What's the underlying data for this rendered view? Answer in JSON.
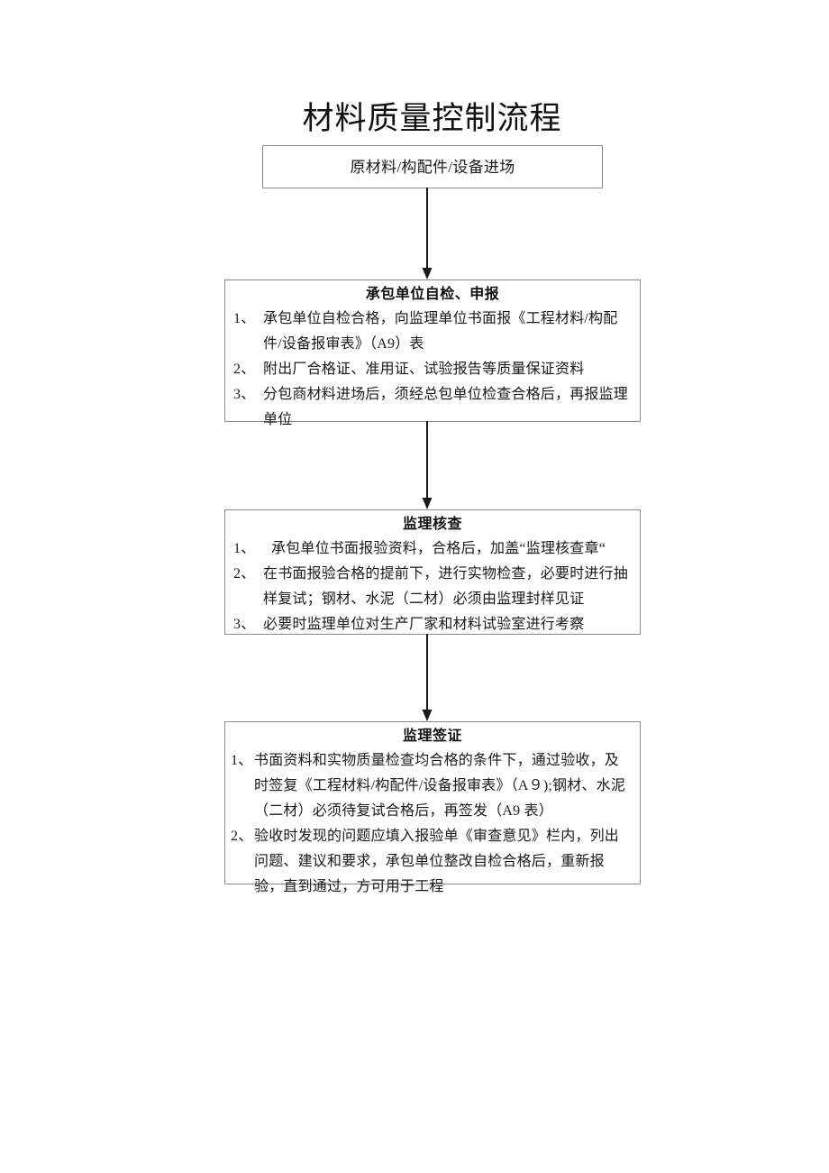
{
  "document": {
    "title": "材料质量控制流程",
    "background_color": "#ffffff",
    "text_color": "#1a1a1a",
    "border_color": "#8a8a8a"
  },
  "flowchart": {
    "type": "vertical-process-flow",
    "orientation": "top-to-bottom",
    "node_count": 4,
    "connector_count": 3,
    "entry": {
      "label": "原材料/构配件/设备进场"
    },
    "steps": [
      {
        "header": "承包单位自检、申报",
        "items": [
          {
            "num": "1、",
            "text": "承包单位自检合格，向监理单位书面报《工程材料/构配件/设备报审表》（A9）表"
          },
          {
            "num": "2、",
            "text": "附出厂合格证、准用证、试验报告等质量保证资料"
          },
          {
            "num": "3、",
            "text": "分包商材料进场后，须经总包单位检查合格后，再报监理单位"
          }
        ]
      },
      {
        "header": "监理核查",
        "items": [
          {
            "num": "1、",
            "text": "承包单位书面报验资料，合格后，加盖“监理核查章“"
          },
          {
            "num": "2、",
            "text": "在书面报验合格的提前下，进行实物检查，必要时进行抽样复试；钢材、水泥（二材）必须由监理封样见证"
          },
          {
            "num": "3、",
            "text": "必要时监理单位对生产厂家和材料试验室进行考察"
          }
        ]
      },
      {
        "header": "监理签证",
        "items": [
          {
            "num": "1、",
            "text": "书面资料和实物质量检查均合格的条件下，通过验收，及时签复《工程材料/构配件/设备报审表》（A９);钢材、水泥（二材）必须待复试合格后，再签发（A9 表）"
          },
          {
            "num": "2、",
            "text": "验收时发现的问题应填入报验单《审查意见》栏内，列出问题、建议和要求，承包单位整改自检合格后，重新报验，直到通过，方可用于工程"
          }
        ]
      }
    ],
    "connectors": [
      {
        "name": "arrow-entry-to-step1",
        "from": "原材料/构配件/设备进场",
        "to": "承包单位自检、申报"
      },
      {
        "name": "arrow-step1-to-step2",
        "from": "承包单位自检、申报",
        "to": "监理核查"
      },
      {
        "name": "arrow-step2-to-step3",
        "from": "监理核查",
        "to": "监理签证"
      }
    ]
  }
}
